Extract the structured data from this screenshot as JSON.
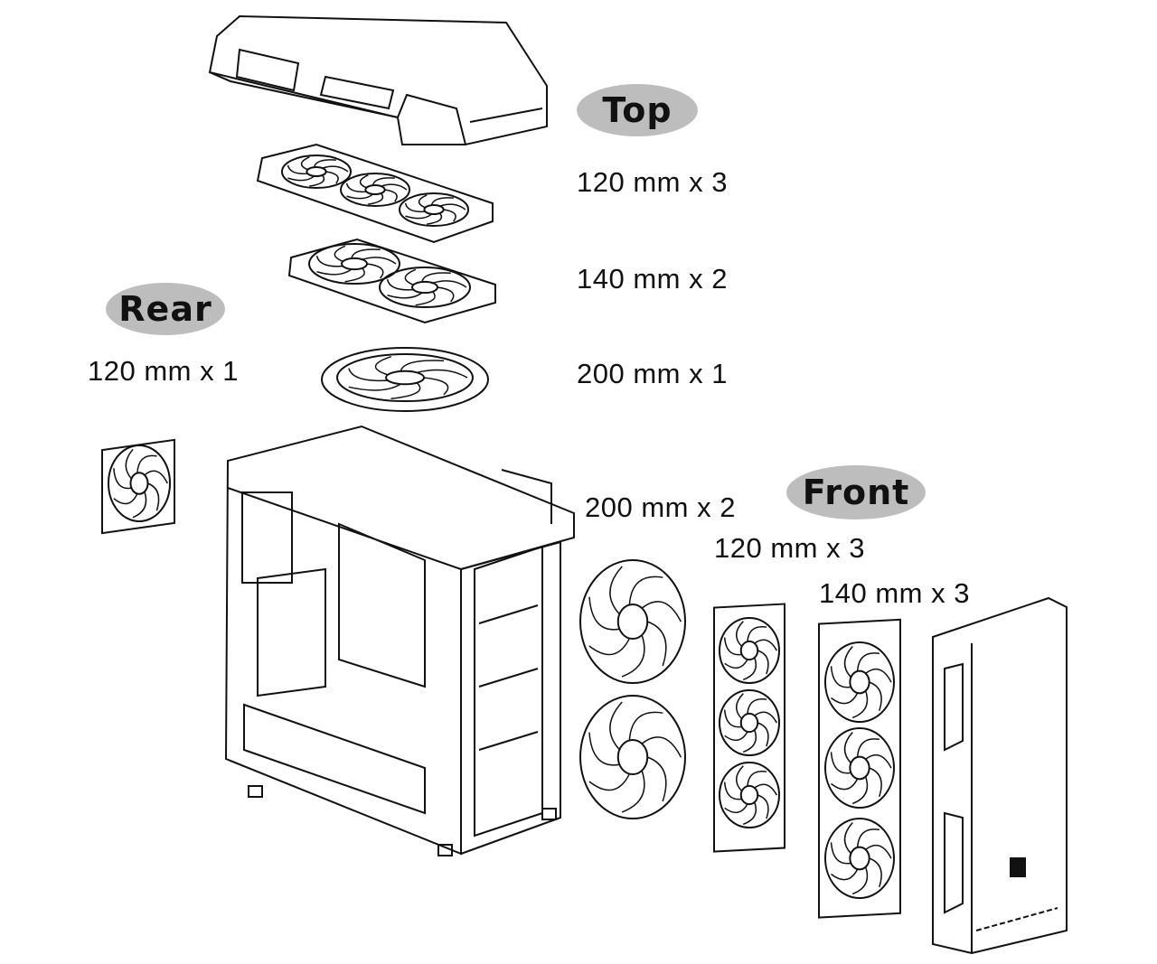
{
  "sections": {
    "top": {
      "title": "Top",
      "options": [
        "120 mm x 3",
        "140 mm x 2",
        "200 mm x 1"
      ]
    },
    "rear": {
      "title": "Rear",
      "options": [
        "120 mm x 1"
      ]
    },
    "front": {
      "title": "Front",
      "options": [
        "200 mm x 2",
        "120 mm x 3",
        "140 mm x 3"
      ]
    }
  },
  "colors": {
    "pill": "#bdbdbd",
    "line": "#111111"
  }
}
